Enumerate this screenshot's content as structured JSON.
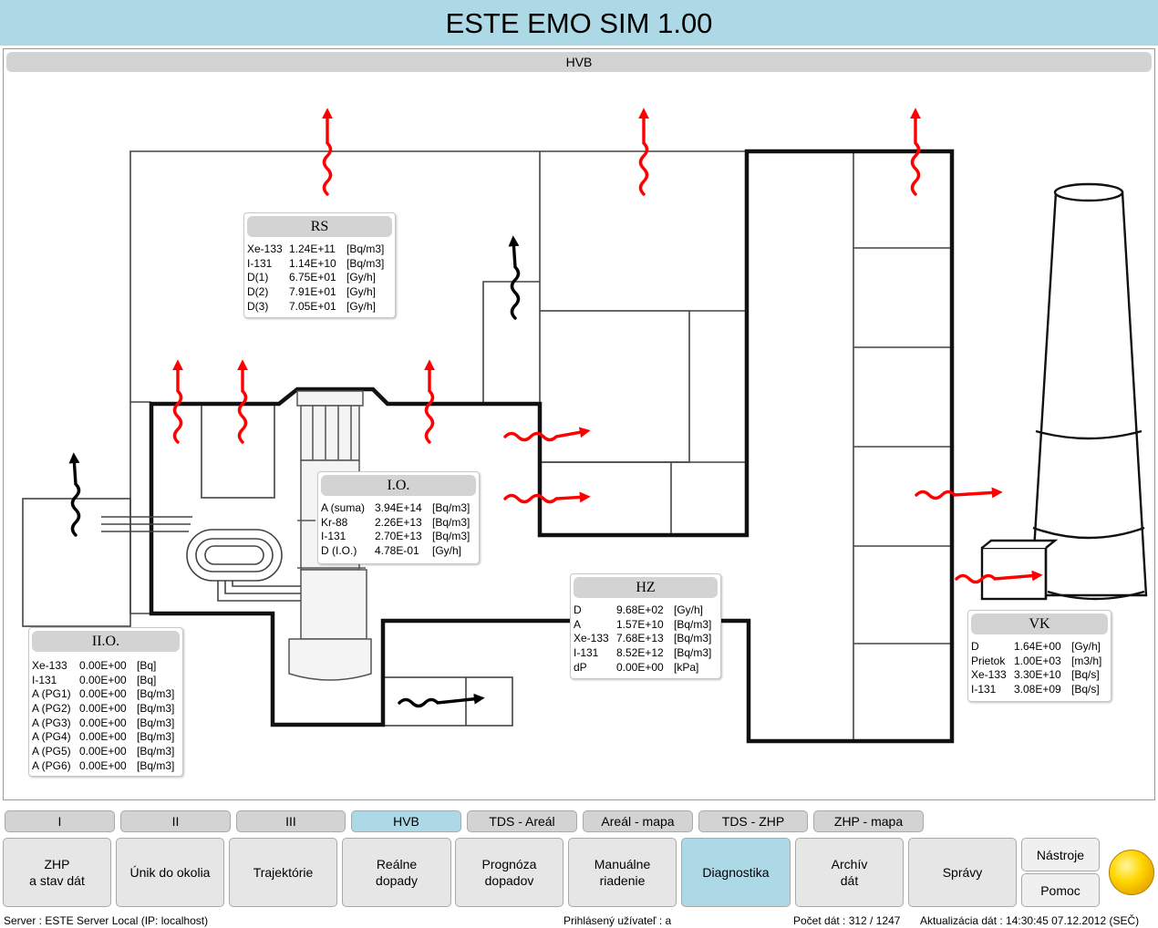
{
  "app": {
    "title": "ESTE EMO SIM 1.00"
  },
  "panel": {
    "header": "HVB"
  },
  "boxes": {
    "rs": {
      "title": "RS",
      "rows": [
        [
          "Xe-133",
          "1.24E+11",
          "[Bq/m3]"
        ],
        [
          "I-131",
          "1.14E+10",
          "[Bq/m3]"
        ],
        [
          "D(1)",
          "6.75E+01",
          "[Gy/h]"
        ],
        [
          "D(2)",
          "7.91E+01",
          "[Gy/h]"
        ],
        [
          "D(3)",
          "7.05E+01",
          "[Gy/h]"
        ]
      ]
    },
    "io": {
      "title": "I.O.",
      "rows": [
        [
          "A (suma)",
          "3.94E+14",
          "[Bq/m3]"
        ],
        [
          "Kr-88",
          "2.26E+13",
          "[Bq/m3]"
        ],
        [
          "I-131",
          "2.70E+13",
          "[Bq/m3]"
        ],
        [
          "D (I.O.)",
          "4.78E-01",
          "[Gy/h]"
        ]
      ]
    },
    "iio": {
      "title": "II.O.",
      "rows": [
        [
          "Xe-133",
          "0.00E+00",
          "[Bq]"
        ],
        [
          "I-131",
          "0.00E+00",
          "[Bq]"
        ],
        [
          "A (PG1)",
          "0.00E+00",
          "[Bq/m3]"
        ],
        [
          "A (PG2)",
          "0.00E+00",
          "[Bq/m3]"
        ],
        [
          "A (PG3)",
          "0.00E+00",
          "[Bq/m3]"
        ],
        [
          "A (PG4)",
          "0.00E+00",
          "[Bq/m3]"
        ],
        [
          "A (PG5)",
          "0.00E+00",
          "[Bq/m3]"
        ],
        [
          "A (PG6)",
          "0.00E+00",
          "[Bq/m3]"
        ]
      ]
    },
    "hz": {
      "title": "HZ",
      "rows": [
        [
          "D",
          "9.68E+02",
          "[Gy/h]"
        ],
        [
          "A",
          "1.57E+10",
          "[Bq/m3]"
        ],
        [
          "Xe-133",
          "7.68E+13",
          "[Bq/m3]"
        ],
        [
          "I-131",
          "8.52E+12",
          "[Bq/m3]"
        ],
        [
          "dP",
          "0.00E+00",
          "[kPa]"
        ]
      ]
    },
    "vk": {
      "title": "VK",
      "rows": [
        [
          "D",
          "1.64E+00",
          "[Gy/h]"
        ],
        [
          "Prietok",
          "1.00E+03",
          "[m3/h]"
        ],
        [
          "Xe-133",
          "3.30E+10",
          "[Bq/s]"
        ],
        [
          "I-131",
          "3.08E+09",
          "[Bq/s]"
        ]
      ]
    }
  },
  "tabs": [
    "I",
    "II",
    "III",
    "HVB",
    "TDS - Areál",
    "Areál - mapa",
    "TDS - ZHP",
    "ZHP - mapa"
  ],
  "active_tab": "HVB",
  "buttons": [
    "ZHP\na stav dát",
    "Únik do okolia",
    "Trajektórie",
    "Reálne\ndopady",
    "Prognóza\ndopadov",
    "Manuálne\nriadenie",
    "Diagnostika",
    "Archív\ndát",
    "Správy"
  ],
  "active_button": "Diagnostika",
  "side_buttons": {
    "tools": "Nástroje",
    "help": "Pomoc"
  },
  "status_lamp": {
    "color": "#ffd700"
  },
  "statusbar": {
    "server": "Server  :  ESTE Server Local  (IP: localhost)",
    "user": "Prihlásený užívateľ  :  a",
    "data_count": "Počet dát  :  312  /  1247",
    "update": "Aktualizácia dát  :  14:30:45 07.12.2012 (SEČ)"
  },
  "colors": {
    "title_bg": "#add8e6",
    "active": "#add8e6",
    "arrow": "#ff0000",
    "tab_bg": "#d3d3d3"
  }
}
